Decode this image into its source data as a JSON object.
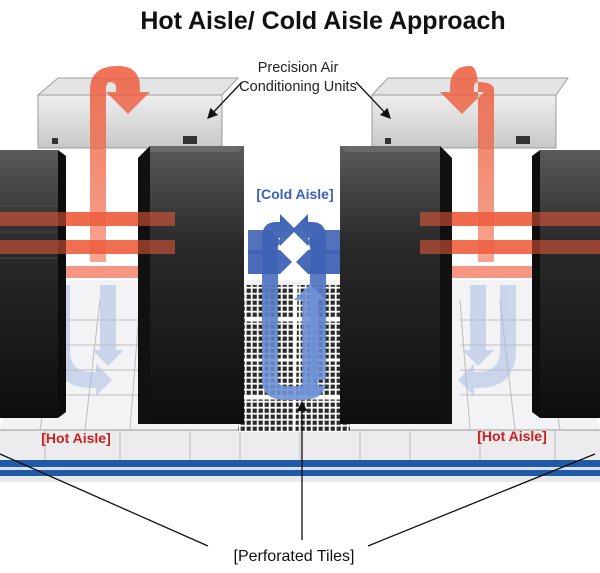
{
  "title": "Hot Aisle/ Cold Aisle Approach",
  "labels": {
    "ac_units_line1": "Precision Air",
    "ac_units_line2": "Conditioning Units",
    "cold_aisle": "[Cold Aisle]",
    "hot_aisle_left": "[Hot Aisle]",
    "hot_aisle_right": "[Hot Aisle]",
    "perforated_tiles": "[Perforated Tiles]"
  },
  "colors": {
    "hot_air": "#e8553b",
    "cold_air": "#3f63b4",
    "cold_air_light": "#a9bde6",
    "hot_label": "#cc1f1f",
    "cold_label": "#3a5fbf",
    "floor_stripe": "#1e5aa6",
    "rack": "#1c1c1c",
    "ac_unit": "#d9d9d9"
  },
  "icons": [
    "hot-air-arrow",
    "cold-air-arrow",
    "server-rack",
    "air-conditioning-unit",
    "perforated-tile"
  ]
}
